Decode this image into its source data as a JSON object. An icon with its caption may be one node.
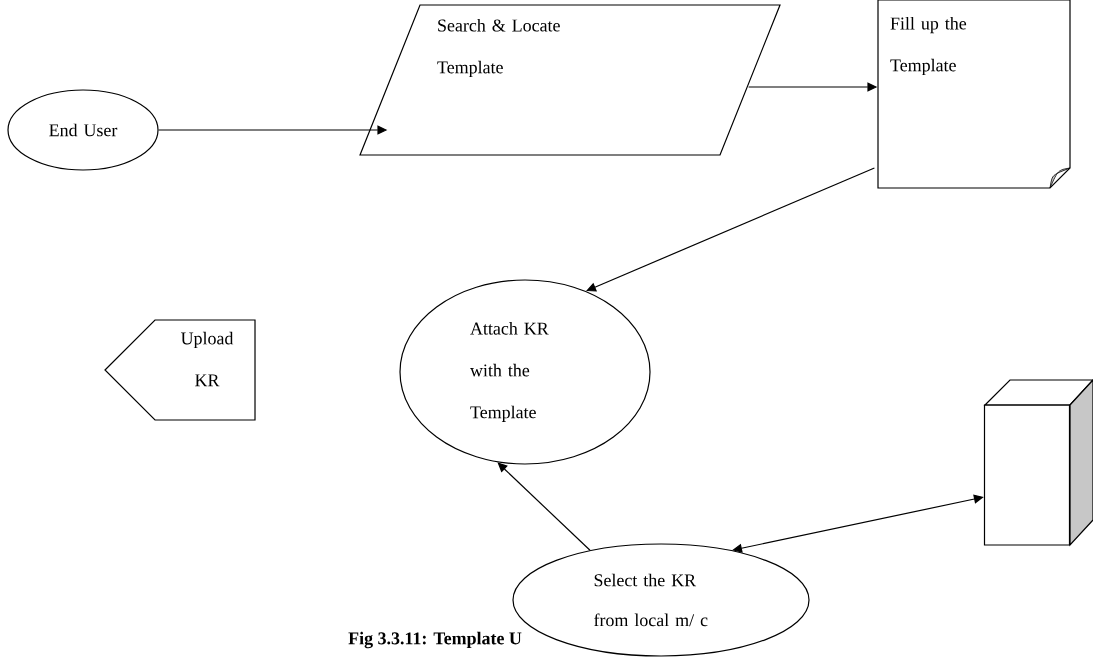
{
  "diagram": {
    "caption": "Fig 3.3.11: Template U",
    "nodes": [
      {
        "text": [
          "End User"
        ]
      },
      {
        "text": [
          "Search & Locate Template"
        ]
      },
      {
        "text": [
          "Fill up the Template"
        ]
      },
      {
        "text": [
          "Upload KR"
        ]
      },
      {
        "text": [
          "Attach KR with the Template"
        ]
      },
      {
        "text": [],
        "shape": "box"
      },
      {
        "text": [
          "Select the KR from local m/ c"
        ]
      }
    ],
    "edges": [
      {
        "from": 0,
        "to": 1,
        "arrow": "to"
      },
      {
        "from": 1,
        "to": 2,
        "arrow": "to"
      },
      {
        "from": 2,
        "to": 4,
        "arrow": "to"
      },
      {
        "from": 6,
        "to": 4,
        "arrow": "to"
      },
      {
        "from": 6,
        "to": 5,
        "arrow": "both"
      }
    ]
  }
}
